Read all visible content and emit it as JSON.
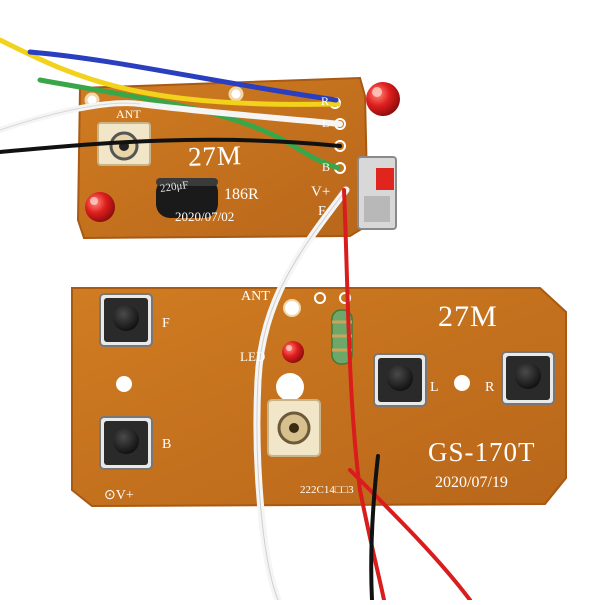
{
  "image": {
    "subject": "Two orange 27MHz RC transmitter and receiver circuit boards with wires",
    "colors": {
      "background": "#ffffff",
      "pcb": "#c8741f",
      "pcb_edge": "#a85a12",
      "silkscreen": "#ffffff",
      "led_red": "#d81e1e",
      "wire_yellow": "#f2d21a",
      "wire_blue": "#2a3fbf",
      "wire_green": "#3aa64a",
      "wire_white": "#f5f5f5",
      "wire_black": "#111111",
      "wire_red": "#d91c1c"
    }
  },
  "upper_board": {
    "freq_label": "27M",
    "model_label": "186R",
    "date_label": "2020/07/02",
    "ant_label": "ANT",
    "pins": [
      "R",
      "L",
      "B",
      "F"
    ],
    "vplus_label": "V+",
    "f_label": "F",
    "cap_label": "220μF"
  },
  "lower_board": {
    "freq_label": "27M",
    "model_label": "GS-170T",
    "date_label": "2020/07/19",
    "ant_label": "ANT",
    "led_label": "LED",
    "button_labels": {
      "forward": "F",
      "back": "B",
      "left": "L",
      "right": "R"
    },
    "vplus_label": "⊙V+",
    "code_label": "222C14□□3"
  }
}
